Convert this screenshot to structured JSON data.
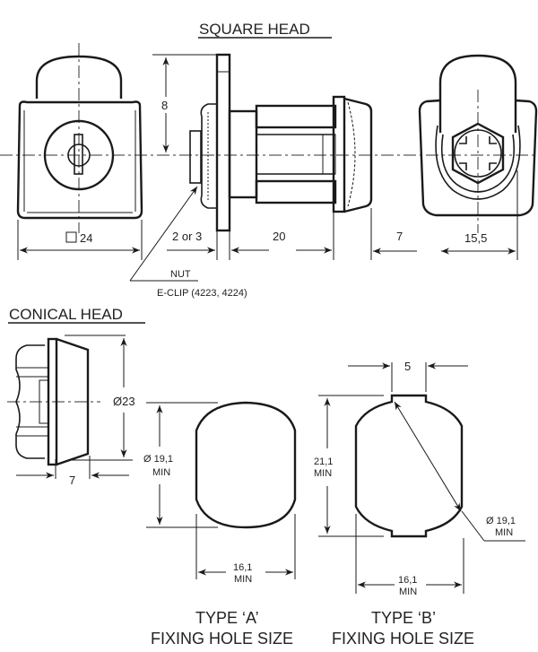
{
  "sections": {
    "square_head": {
      "title": "SQUARE HEAD",
      "dims": {
        "flange_height": "8",
        "head_square": "24",
        "nut_gap": "2 or 3",
        "body_length": "20",
        "cap_length": "7",
        "end_width": "15,5"
      },
      "callouts": {
        "nut": "NUT",
        "eclip": "E-CLIP (4223, 4224)"
      }
    },
    "conical_head": {
      "title": "CONICAL HEAD",
      "dims": {
        "diameter": "Ø23",
        "length": "7"
      }
    },
    "type_a": {
      "height_value": "Ø 19,1",
      "height_unit": "MIN",
      "width_value": "16,1",
      "width_unit": "MIN",
      "caption_line1": "TYPE ‘A’",
      "caption_line2": "FIXING HOLE SIZE"
    },
    "type_b": {
      "tab_width": "5",
      "height_value": "21,1",
      "height_unit": "MIN",
      "diag_value": "Ø 19,1",
      "diag_unit": "MIN",
      "width_value": "16,1",
      "width_unit": "MIN",
      "caption_line1": "TYPE ‘B’",
      "caption_line2": "FIXING HOLE SIZE"
    }
  },
  "colors": {
    "line": "#1a1a1a",
    "background": "#ffffff"
  }
}
